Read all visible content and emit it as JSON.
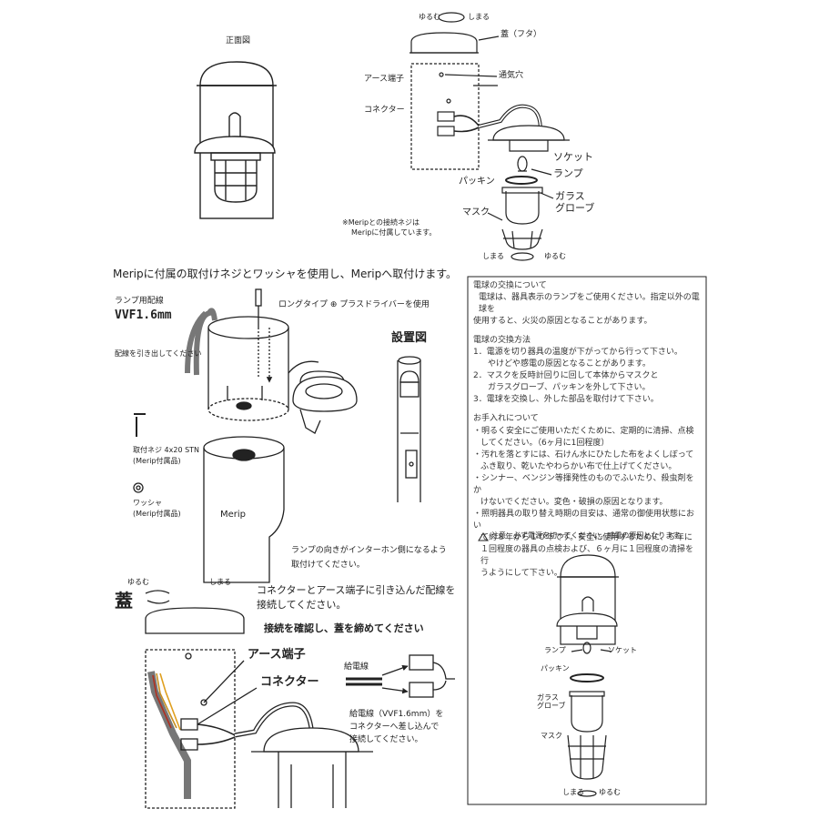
{
  "top_left": {
    "front_view_label": "正面図"
  },
  "exploded": {
    "loosen": "ゆるむ",
    "tighten": "しまる",
    "lid": "蓋（フタ）",
    "vent": "通気穴",
    "earth": "アース端子",
    "connector": "コネクター",
    "socket": "ソケット",
    "lamp": "ランプ",
    "packing": "パッキン",
    "glass": "ガラス\nグローブ",
    "mask": "マスク",
    "note_line1": "※Meripとの接続ネジは",
    "note_line2": "Meripに付属しています。",
    "bottom_tighten": "しまる",
    "bottom_loosen": "ゆるむ"
  },
  "mount": {
    "heading": "Meripに付属の取付けネジとワッシャを使用し、Meripへ取付けます。",
    "wire_label": "ランプ用配線",
    "wire_spec": "VVF1.6mm",
    "pull_wire": "配線を引き出してください",
    "long_type": "ロングタイプ ⊕ プラスドライバーを使用",
    "screw_line1": "取付ネジ 4x20 STN",
    "screw_line2": "(Merip付属品)",
    "washer_line1": "ワッシャ",
    "washer_line2": "(Merip付属品)",
    "post_label": "Merip",
    "install_title": "設置図",
    "direction_line1": "ランプの向きがインターホン側になるよう",
    "direction_line2": "取付けてください。"
  },
  "wiring": {
    "lid_kanji": "蓋",
    "loosen": "ゆるむ",
    "tighten": "しまる",
    "line1": "コネクターとアース端子に引き込んだ配線を",
    "line2": "接続してください。",
    "line3": "接続を確認し、蓋を締めてください",
    "earth": "アース端子",
    "connector": "コネクター",
    "supply": "給電線",
    "supply_note1": "給電線（VVF1.6mm）を",
    "supply_note2": "コネクターへ差し込んで",
    "supply_note3": "接続してください。"
  },
  "instructions": {
    "bulb_title": "電球の交換について",
    "bulb_body1": "電球は、器具表示のランプをご使用ください。指定以外の電球を",
    "bulb_body2": "使用すると、火災の原因となることがあります。",
    "method_title": "電球の交換方法",
    "step1a": "1．電源を切り器具の温度が下がってから行って下さい。",
    "step1b": "やけどや感電の原因となることがあります。",
    "step2a": "2．マスクを反時計回りに回して本体からマスクと",
    "step2b": "ガラスグローブ、パッキンを外して下さい。",
    "step3": "3．電球を交換し、外した部品を取付けて下さい。",
    "care_title": "お手入れについて",
    "care1a": "・明るく安全にご使用いただくために、定期的に清掃、点検",
    "care1b": "してください。（6ヶ月に1回程度）",
    "care2a": "・汚れを落とすには、石けん水にひたした布をよくしぼって",
    "care2b": "ふき取り、乾いたやわらかい布で仕上げてください。",
    "care3a": "・シンナー、ベンジン等揮発性のものでふいたり、殺虫剤をか",
    "care3b": "けないでください。変色・破損の原因となります。",
    "care4a": "・照明器具の取り替え時期の目安は、通常の御使用状態におい",
    "care4b": "て約８年から１０年です。安全に使用するために、５年に",
    "care4c": "１回程度の器具の点検および、６ヶ月に１回程度の清掃を行",
    "care4d": "うようにして下さい。",
    "caution": "注意　必ず電源を切ってください。感電の原因となります。",
    "lamp": "ランプ",
    "socket": "ソケット",
    "packing": "パッキン",
    "glass": "ガラス\nグローブ",
    "mask": "マスク",
    "tighten": "しまる",
    "loosen": "ゆるむ"
  }
}
